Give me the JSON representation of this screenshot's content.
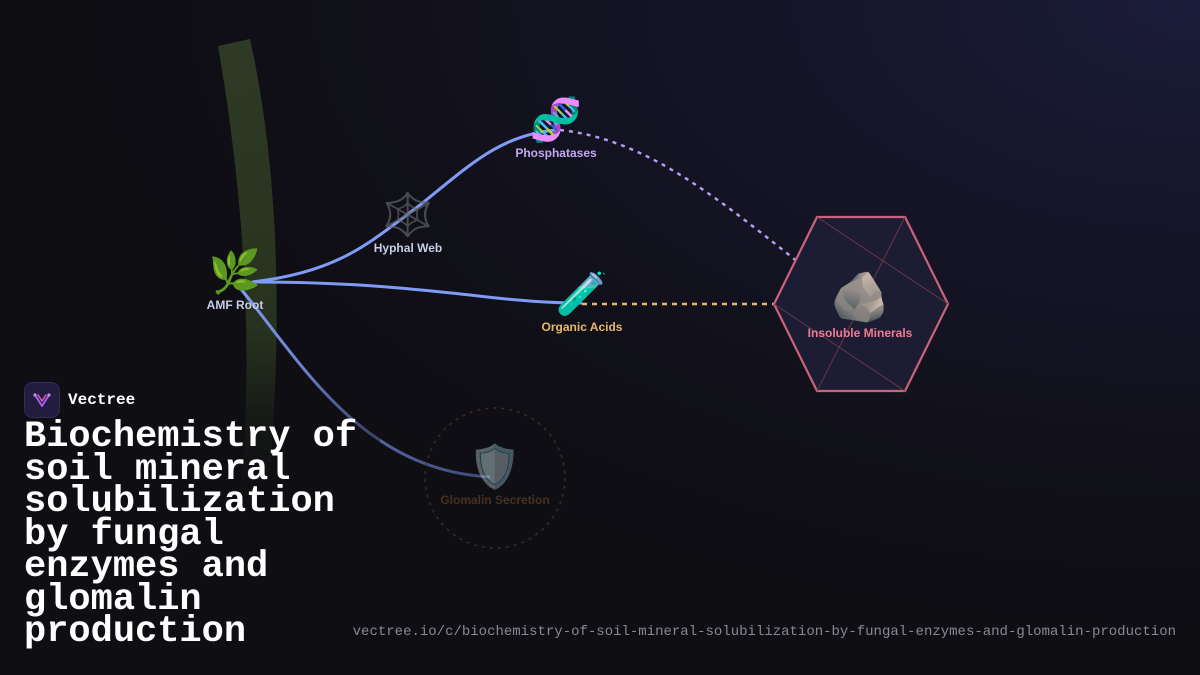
{
  "diagram": {
    "nodes": [
      {
        "id": "amf-root",
        "label": "AMF Root",
        "glyph": "🌿",
        "label_color": "#c8cde8"
      },
      {
        "id": "hyphal-web",
        "label": "Hyphal Web",
        "glyph": "🕸️",
        "label_color": "#c8cde8"
      },
      {
        "id": "phosphatases",
        "label": "Phosphatases",
        "glyph": "🧬",
        "label_color": "#c4a6f2"
      },
      {
        "id": "organic-acids",
        "label": "Organic Acids",
        "glyph": "🧪",
        "label_color": "#e8b86a"
      },
      {
        "id": "insoluble-minerals",
        "label": "Insoluble Minerals",
        "glyph": "🪨",
        "label_color": "#f07a94"
      },
      {
        "id": "glomalin-secretion",
        "label": "Glomalin Secretion",
        "glyph": "🛡️",
        "label_color": "#5c3f22"
      }
    ],
    "edges": [
      {
        "from": "amf-root",
        "to": "phosphatases",
        "style": "solid",
        "color": "#7f9bf5"
      },
      {
        "from": "amf-root",
        "to": "organic-acids",
        "style": "solid",
        "color": "#7f9bf5"
      },
      {
        "from": "amf-root",
        "to": "glomalin-secretion",
        "style": "solid",
        "color": "#7f9bf5"
      },
      {
        "from": "phosphatases",
        "to": "insoluble-minerals",
        "style": "dashed",
        "color": "#b59af0"
      },
      {
        "from": "organic-acids",
        "to": "insoluble-minerals",
        "style": "dashed",
        "color": "#e8b86a"
      }
    ]
  },
  "brand": {
    "name": "Vectree"
  },
  "title": "Biochemistry of soil mineral solubilization by fungal enzymes and glomalin production",
  "url": "vectree.io/c/biochemistry-of-soil-mineral-solubilization-by-fungal-enzymes-and-glomalin-production"
}
